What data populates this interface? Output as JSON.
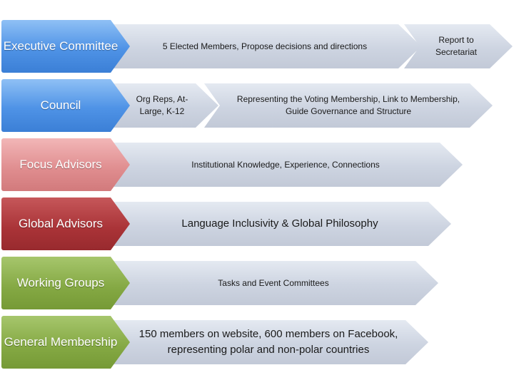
{
  "rows": [
    {
      "label": "Executive Committee",
      "chevrons": [
        "5 Elected Members, Propose decisions and directions",
        "Report to Secretariat"
      ]
    },
    {
      "label": "Council",
      "chevrons": [
        "Org Reps, At-Large, K-12",
        "Representing the Voting Membership, Link to Membership, Guide Governance and Structure"
      ]
    },
    {
      "label": "Focus Advisors",
      "chevrons": [
        "Institutional Knowledge, Experience, Connections"
      ]
    },
    {
      "label": "Global Advisors",
      "chevrons": [
        "Language Inclusivity & Global Philosophy"
      ]
    },
    {
      "label": "Working Groups",
      "chevrons": [
        "Tasks and Event Committees"
      ]
    },
    {
      "label": "General Membership",
      "chevrons": [
        "150 members on website, 600 members on Facebook, representing polar and non-polar countries"
      ]
    }
  ],
  "colors": {
    "executive": "#4f93e6",
    "council": "#4f93e6",
    "focus": "#df8c8e",
    "global": "#a93337",
    "working": "#84a843",
    "general": "#84a843",
    "chevron": "#cdd4e1"
  }
}
